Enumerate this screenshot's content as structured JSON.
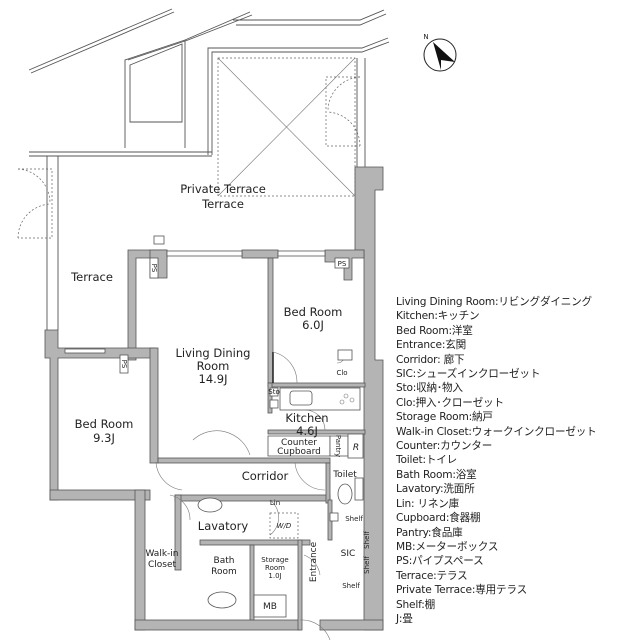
{
  "rooms": {
    "private_terrace": "Private Terrace",
    "terrace_main": "Terrace",
    "terrace_left": "Terrace",
    "living_name1": "Living Dining",
    "living_name2": "Room",
    "living_size": "14.9J",
    "bed1_name": "Bed Room",
    "bed1_size": "6.0J",
    "bed2_name": "Bed Room",
    "bed2_size": "9.3J",
    "kitchen_name": "Kitchen",
    "kitchen_size": "4.6J",
    "counter": "Counter",
    "cupboard": "Cupboard",
    "pantry": "Pantry",
    "fridge": "R",
    "corridor": "Corridor",
    "toilet": "Toilet",
    "lavatory": "Lavatory",
    "lin": "Lin",
    "wd": "W/D",
    "walkin1": "Walk-in",
    "walkin2": "Closet",
    "bath1": "Bath",
    "bath2": "Room",
    "storage1": "Storage",
    "storage2": "Room",
    "storage_size": "1.0J",
    "entrance": "Entrance",
    "sic": "SIC",
    "shelf": "Shelf",
    "mb": "MB",
    "ps": "PS",
    "clo": "Clo",
    "sto": "Sto"
  },
  "compass": {
    "label": "N"
  },
  "legend": [
    "Living Dining Room:リビングダイニング",
    "Kitchen:キッチン",
    "Bed Room:洋室",
    "Entrance:玄関",
    "Corridor: 廊下",
    "SIC:シューズインクローゼット",
    "Sto:収納･物入",
    "Clo:押入･クローゼット",
    "Storage Room:納戸",
    "Walk-in Closet:ウォークインクローゼット",
    "Counter:カウンター",
    "Toilet:トイレ",
    "Bath Room:浴室",
    "Lavatory:洗面所",
    "Lin: リネン庫",
    "Cupboard:食器棚",
    "Pantry:食品庫",
    "MB:メーターボックス",
    "PS:パイプスペース",
    "Terrace:テラス",
    "Private Terrace:専用テラス",
    "Shelf:棚",
    "J:畳"
  ],
  "colors": {
    "wall": "#b4b4b4",
    "line": "#555555"
  }
}
